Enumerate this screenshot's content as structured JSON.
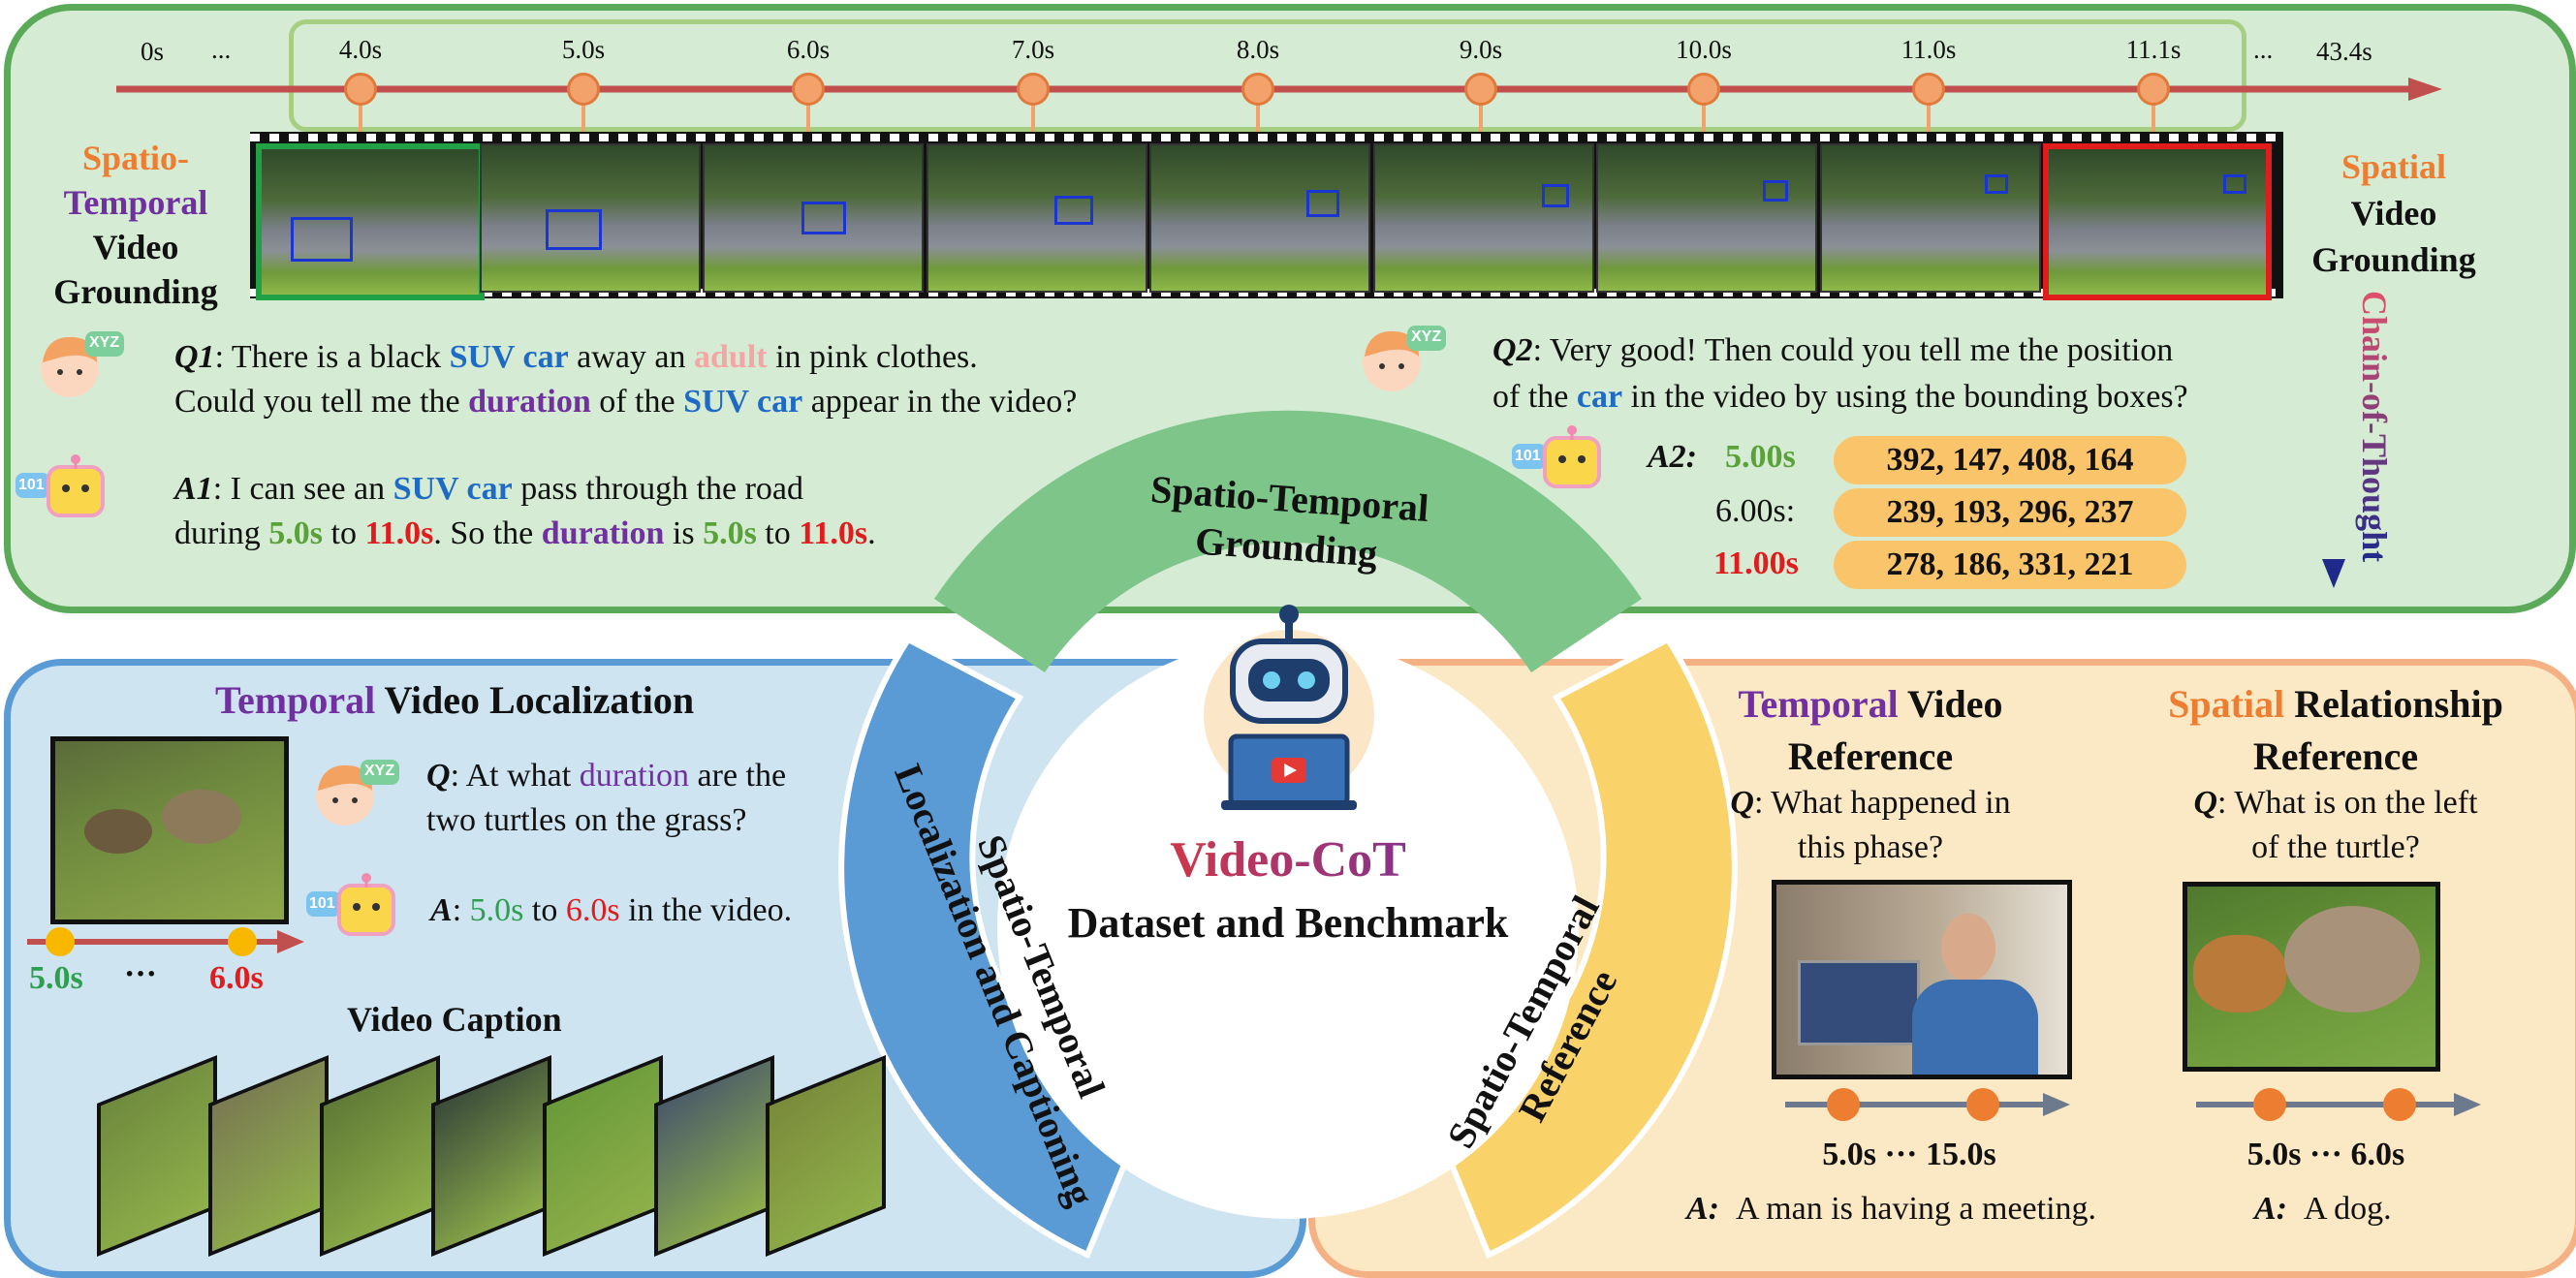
{
  "center": {
    "title": "Video-CoT",
    "subtitle": "Dataset and Benchmark"
  },
  "arcs": {
    "top": [
      "Spatio-Temporal",
      "Grounding"
    ],
    "left": [
      "Spatio-Temporal",
      "Localization and Captioning"
    ],
    "right": [
      "Spatio-Temporal",
      "Reference"
    ]
  },
  "top_panel": {
    "timeline": {
      "start": "0s",
      "ellipsis_left": "...",
      "ellipsis_right": "...",
      "end": "43.4s",
      "ticks": [
        "4.0s",
        "5.0s",
        "6.0s",
        "7.0s",
        "8.0s",
        "9.0s",
        "10.0s",
        "11.0s",
        "11.1s"
      ]
    },
    "left_label": {
      "l1": "Spatio-",
      "l2": "Temporal",
      "l3": "Video",
      "l4": "Grounding"
    },
    "right_label": {
      "l1": "Spatial",
      "l2": "Video",
      "l3": "Grounding"
    },
    "cot_label": "Chain-of-Thought",
    "q1": {
      "tag": "Q1",
      "p1": ": There is a black ",
      "k1": "SUV car",
      "p2": " away an ",
      "k2": "adult",
      "p3": " in pink clothes.",
      "p4": "Could you tell me the ",
      "k3": "duration",
      "p5": " of the ",
      "k4": "SUV car",
      "p6": " appear in the video?"
    },
    "a1": {
      "tag": "A1",
      "p1": ": I can see an ",
      "k1": "SUV car",
      "p2": " pass through the road",
      "p3": "during ",
      "t1": "5.0s",
      "p4": " to ",
      "t2": "11.0s",
      "p5": ". So the ",
      "k2": "duration",
      "p6": " is ",
      "t3": "5.0s",
      "p7": " to ",
      "t4": "11.0s",
      "p8": "."
    },
    "q2": {
      "tag": "Q2",
      "p1": ": Very good! Then could you tell me the position",
      "p2": "of the ",
      "k1": "car",
      "p3": " in the video by using the bounding boxes?"
    },
    "a2": {
      "tag": "A2:",
      "rows": [
        {
          "time": "5.00s",
          "box": "392, 147, 408, 164"
        },
        {
          "time": "6.00s:",
          "box": "239, 193, 296, 237"
        },
        {
          "time": "11.00s",
          "box": "278, 186, 331, 221"
        }
      ]
    },
    "xyz_badge": "XYZ",
    "bot_badge": "101"
  },
  "left_panel": {
    "title_k": "Temporal",
    "title_rest": " Video Localization",
    "q": {
      "tag": "Q",
      "p1": ": At what ",
      "k1": "duration",
      "p2": " are the",
      "p3": "two turtles on the grass?"
    },
    "a": {
      "tag": "A",
      "p1": ": ",
      "t1": "5.0s",
      "p2": " to ",
      "t2": "6.0s",
      "p3": " in the video."
    },
    "t_start": "5.0s",
    "t_dots": "···",
    "t_end": "6.0s",
    "caption_title": "Video Caption"
  },
  "right_panel": {
    "col1": {
      "title_k": "Temporal",
      "title_rest": " Video",
      "title_l2": "Reference",
      "q_tag": "Q",
      "q_l1": ": What happened in",
      "q_l2": "this phase?",
      "time": "5.0s ··· 15.0s",
      "a_tag": "A:",
      "a_text": "A man is having a meeting."
    },
    "col2": {
      "title_k": "Spatial",
      "title_rest": " Relationship",
      "title_l2": "Reference",
      "q_tag": "Q",
      "q_l1": ": What is on the left",
      "q_l2": "of the turtle?",
      "time": "5.0s ··· 6.0s",
      "a_tag": "A:",
      "a_text": "A dog."
    }
  },
  "colors": {
    "green": "#5aa13a",
    "red": "#e01c1c",
    "blue": "#1f6bc4",
    "purple": "#7030a0",
    "orange": "#ed7d31"
  }
}
